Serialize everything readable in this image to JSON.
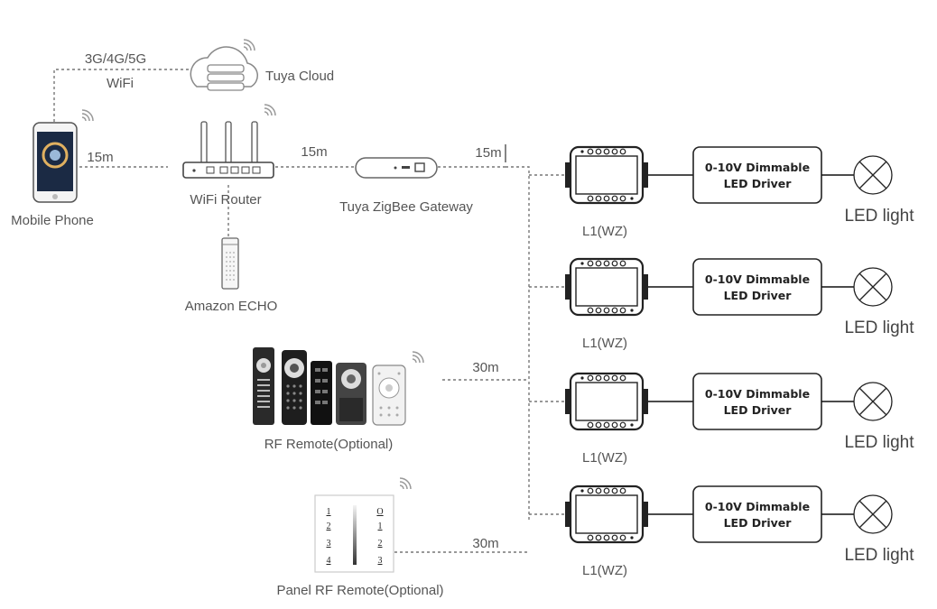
{
  "labels": {
    "network_top": "3G/4G/5G",
    "network_bottom": "WiFi",
    "cloud": "Tuya Cloud",
    "phone": "Mobile Phone",
    "router": "WiFi Router",
    "echo": "Amazon ECHO",
    "gateway": "Tuya ZigBee Gateway",
    "rf_remote": "RF Remote(Optional)",
    "panel_remote": "Panel RF Remote(Optional)"
  },
  "distances": {
    "phone_router": "15m",
    "router_gateway": "15m",
    "gateway_bus": "15m",
    "rf_bus": "30m",
    "panel_bus": "30m"
  },
  "panel_keys": {
    "left": [
      "1",
      "2",
      "3",
      "4"
    ],
    "right": [
      "O",
      "1",
      "2",
      "3"
    ]
  },
  "channels": [
    {
      "module": "L1(WZ)",
      "driver_line1": "0-10V Dimmable",
      "driver_line2": "LED Driver",
      "light": "LED light"
    },
    {
      "module": "L1(WZ)",
      "driver_line1": "0-10V Dimmable",
      "driver_line2": "LED Driver",
      "light": "LED light"
    },
    {
      "module": "L1(WZ)",
      "driver_line1": "0-10V Dimmable",
      "driver_line2": "LED Driver",
      "light": "LED light"
    },
    {
      "module": "L1(WZ)",
      "driver_line1": "0-10V Dimmable",
      "driver_line2": "LED Driver",
      "light": "LED light"
    }
  ]
}
